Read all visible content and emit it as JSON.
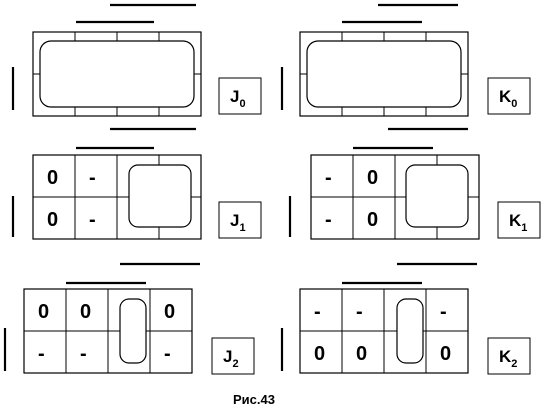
{
  "caption": "Рис.43",
  "maps": [
    {
      "id": "j0",
      "label": "J",
      "sub": "0",
      "cells": [
        [
          "",
          "",
          "",
          ""
        ],
        [
          "",
          "",
          "",
          ""
        ]
      ]
    },
    {
      "id": "k0",
      "label": "K",
      "sub": "0",
      "cells": [
        [
          "",
          "",
          "",
          ""
        ],
        [
          "",
          "",
          "",
          ""
        ]
      ]
    },
    {
      "id": "j1",
      "label": "J",
      "sub": "1",
      "cells": [
        [
          "0",
          "-",
          "",
          ""
        ],
        [
          "0",
          "-",
          "",
          ""
        ]
      ]
    },
    {
      "id": "k1",
      "label": "K",
      "sub": "1",
      "cells": [
        [
          "-",
          "0",
          "",
          ""
        ],
        [
          "-",
          "0",
          "",
          ""
        ]
      ]
    },
    {
      "id": "j2",
      "label": "J",
      "sub": "2",
      "cells": [
        [
          "0",
          "0",
          "",
          "0"
        ],
        [
          "-",
          "-",
          "",
          "-"
        ]
      ]
    },
    {
      "id": "k2",
      "label": "K",
      "sub": "2",
      "cells": [
        [
          "-",
          "-",
          "",
          "-"
        ],
        [
          "0",
          "0",
          "",
          "0"
        ]
      ]
    }
  ]
}
